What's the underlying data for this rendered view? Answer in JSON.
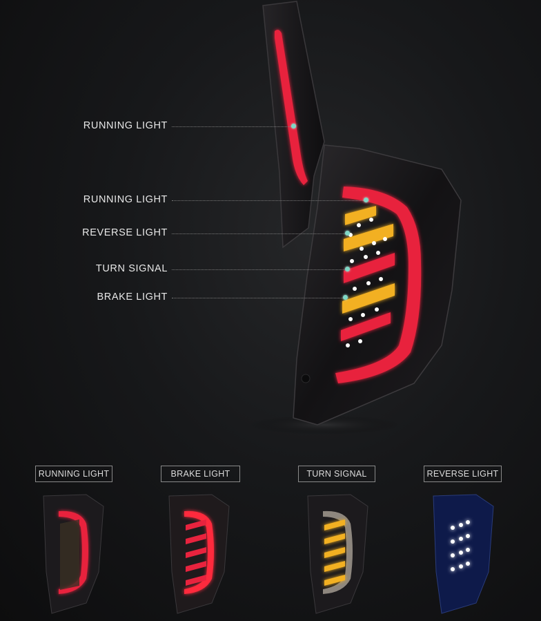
{
  "callouts": [
    {
      "label": "RUNNING  LIGHT"
    },
    {
      "label": "RUNNING  LIGHT"
    },
    {
      "label": "REVERSE  LIGHT"
    },
    {
      "label": "TURN SIGNAL"
    },
    {
      "label": "BRAKE  LIGHT"
    }
  ],
  "modes": [
    {
      "label": "RUNNING  LIGHT"
    },
    {
      "label": "BRAKE LIGHT"
    },
    {
      "label": "TURN  SIGNAL"
    },
    {
      "label": "REVERSE LIGHT"
    }
  ],
  "colors": {
    "accent_dot": "#7fd8c6",
    "running_red": "#e8233e",
    "turn_amber": "#f2b020",
    "reverse_blue": "#3a6bff"
  }
}
